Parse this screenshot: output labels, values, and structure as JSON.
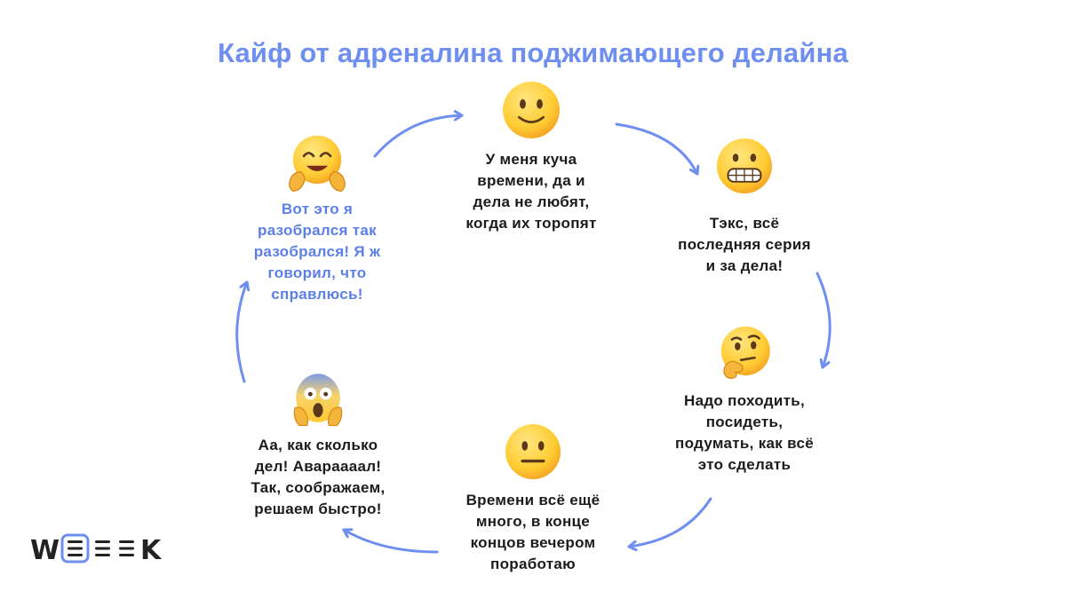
{
  "title": "Кайф от адреналина поджимающего делайна",
  "accent_color": "#6f8ff0",
  "logo_text": "WEEEK",
  "nodes": [
    {
      "emoji": "slightly-smiling-face-icon",
      "lines": [
        "У меня куча",
        "времени, да и",
        "дела не любят,",
        "когда их торопят"
      ]
    },
    {
      "emoji": "grimacing-face-icon",
      "lines": [
        "Тэкс, всё",
        "последняя серия",
        "и за дела!"
      ]
    },
    {
      "emoji": "thinking-face-icon",
      "lines": [
        "Надо походить,",
        "посидеть,",
        "подумать, как всё",
        "это сделать"
      ]
    },
    {
      "emoji": "neutral-face-icon",
      "lines": [
        "Времени всё ещё",
        "много, в конце",
        "концов вечером",
        "поработаю"
      ]
    },
    {
      "emoji": "screaming-face-icon",
      "lines": [
        "Аа, как сколько",
        "дел! Авараааал!",
        "Так, соображаем,",
        "решаем быстро!"
      ]
    },
    {
      "emoji": "hugging-face-icon",
      "lines": [
        "Вот это я",
        "разобрался так",
        "разобрался! Я ж",
        "говорил, что",
        "справлюсь!"
      ]
    }
  ]
}
